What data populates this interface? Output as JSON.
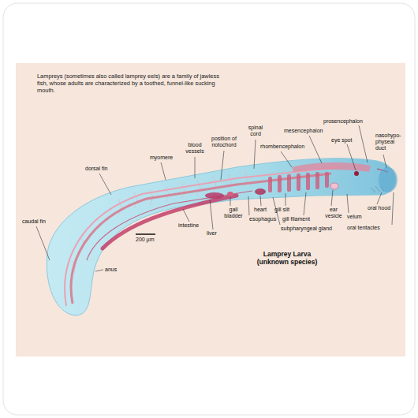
{
  "diagram": {
    "title": "Lamprey Larva (unknown species)",
    "labels": [
      "Lampreys (sometimes also called lamprey eels) are a family of jawless fish, whose adults are characterized by a toothed, funnel-like sucking mouth.",
      "dorsal fin",
      "myomere",
      "blood vessels",
      "position of notochord",
      "spinal cord",
      "rhombencephalon",
      "mesencephalon",
      "prosencephalon",
      "eye spot",
      "nasohypo- physeal duct",
      "caudal fin",
      "anus",
      "intestine",
      "liver",
      "gall bladder",
      "heart",
      "esophagus",
      "gill filament",
      "gill slit",
      "subpharyngeal gland",
      "ear vesicle",
      "velum",
      "oral tentacles",
      "oral hood",
      "200 µm"
    ]
  }
}
